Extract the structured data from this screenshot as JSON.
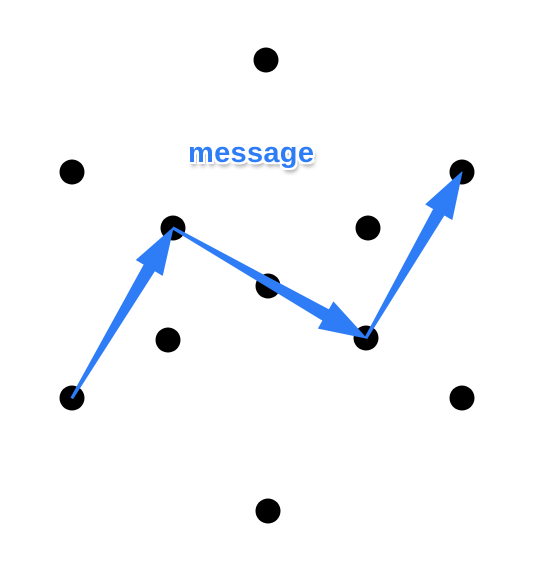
{
  "label": "message",
  "colors": {
    "arrow": "#2e7df7",
    "dot": "#000000",
    "label": "#2e7df7",
    "background": "#ffffff"
  },
  "dots": [
    {
      "id": "top"
    },
    {
      "id": "upper-left"
    },
    {
      "id": "upper-right"
    },
    {
      "id": "inner-upper-left"
    },
    {
      "id": "inner-upper-right"
    },
    {
      "id": "center"
    },
    {
      "id": "inner-lower-left"
    },
    {
      "id": "inner-lower-right"
    },
    {
      "id": "lower-left"
    },
    {
      "id": "lower-right"
    },
    {
      "id": "bottom"
    }
  ],
  "arrows": [
    {
      "from": "lower-left",
      "to": "inner-upper-left"
    },
    {
      "from": "inner-upper-left",
      "to": "inner-lower-right"
    },
    {
      "from": "inner-lower-right",
      "to": "upper-right"
    }
  ]
}
